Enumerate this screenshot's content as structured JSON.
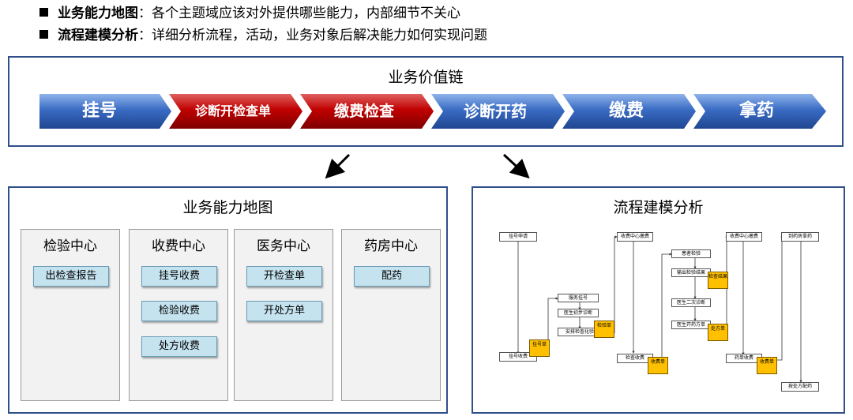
{
  "bullets": [
    {
      "bold": "业务能力地图",
      "text": "：各个主题域应该对外提供哪些能力，内部细节不关心"
    },
    {
      "bold": "流程建模分析",
      "text": "：详细分析流程，活动，业务对象后解决能力如何实现问题"
    }
  ],
  "value_chain": {
    "title": "业务价值链",
    "steps": [
      {
        "label": "挂号",
        "color": "blue"
      },
      {
        "label": "诊断开检查单",
        "color": "red"
      },
      {
        "label": "缴费检查",
        "color": "red"
      },
      {
        "label": "诊断开药",
        "color": "blue"
      },
      {
        "label": "缴费",
        "color": "blue"
      },
      {
        "label": "拿药",
        "color": "blue"
      }
    ]
  },
  "capability_map": {
    "title": "业务能力地图",
    "centers": [
      {
        "name": "检验中心",
        "capabilities": [
          "出检查报告"
        ]
      },
      {
        "name": "收费中心",
        "capabilities": [
          "挂号收费",
          "检验收费",
          "处方收费"
        ]
      },
      {
        "name": "医务中心",
        "capabilities": [
          "开检查单",
          "开处方单"
        ]
      },
      {
        "name": "药房中心",
        "capabilities": [
          "配药"
        ]
      }
    ]
  },
  "process_model": {
    "title": "流程建模分析",
    "boxes": [
      "挂号申请",
      "挂号收费",
      "服务挂号",
      "医生初步诊断",
      "安排检查化验",
      "收费中心缴费",
      "检查收费",
      "患者检验",
      "输出检验结果",
      "医生二次诊断",
      "医生开药方单",
      "收费中心缴费",
      "药单收费",
      "到药房拿药",
      "按处方配药"
    ],
    "docs": [
      "挂号单",
      "检验单",
      "收费单",
      "检查结果",
      "处方单",
      "收费单"
    ]
  },
  "colors": {
    "blue": "#2f5fb3",
    "red": "#c00000",
    "border": "#2f4f8a",
    "doc": "#ffc000"
  }
}
